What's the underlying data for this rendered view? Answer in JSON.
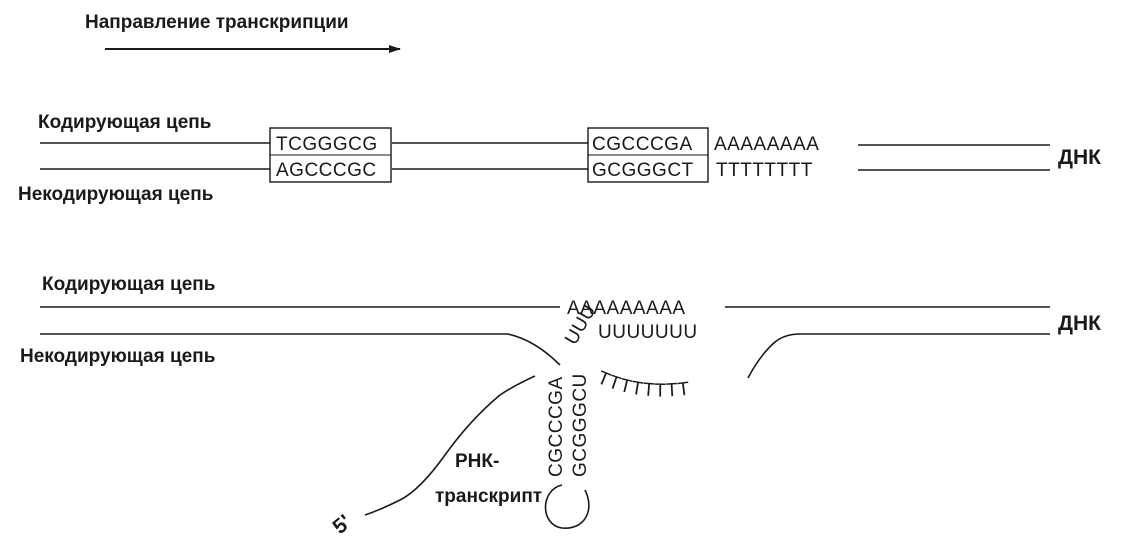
{
  "direction_label": "Направление транскрипции",
  "top": {
    "coding_label": "Кодирующая цепь",
    "noncoding_label": "Некодирующая цепь",
    "box1_top": "TCGGGCG",
    "box1_bottom": "AGCCCGC",
    "box2_top": "CGCCCGA",
    "box2_bottom": "GCGGGCT",
    "polyA": "AAAAAAAA",
    "polyT": "TTTTTTTT",
    "dna_label": "ДНК"
  },
  "bottom": {
    "coding_label": "Кодирующая цепь",
    "noncoding_label": "Некодирующая цепь",
    "polyA": "AAAAAAAAA",
    "polyU": "UUUUUUU",
    "polyU_arc": "UUU",
    "polyT": "TTTTTTTT",
    "stem_left": "CGCCCGA",
    "stem_right": "GCGGGCU",
    "rna_label_line1": "РНК-",
    "rna_label_line2": "транскрипт",
    "five_prime": "5'",
    "dna_label": "ДНК"
  }
}
